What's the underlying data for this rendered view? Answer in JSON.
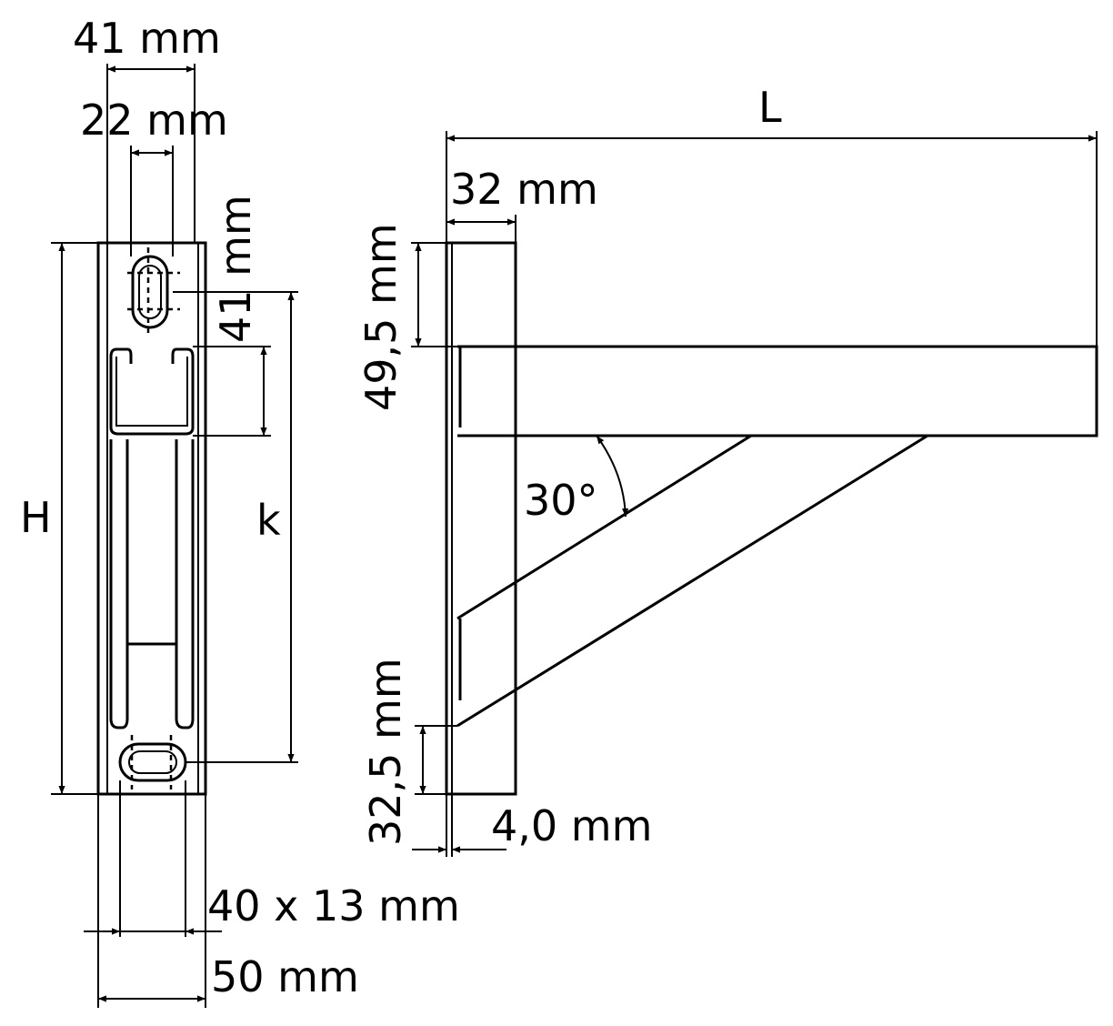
{
  "front_view": {
    "dimensions": {
      "flange_width": "41 mm",
      "slot_spacing": "22 mm",
      "slot_offset": "41 mm",
      "height": "H",
      "hole_pitch": "k",
      "slot_size": "40 x 13 mm",
      "base_width": "50 mm"
    }
  },
  "side_view": {
    "dimensions": {
      "length": "L",
      "plate_width": "32 mm",
      "top_offset": "49,5 mm",
      "angle": "30°",
      "bottom_offset": "32,5 mm",
      "plate_thickness": "4,0 mm"
    }
  }
}
